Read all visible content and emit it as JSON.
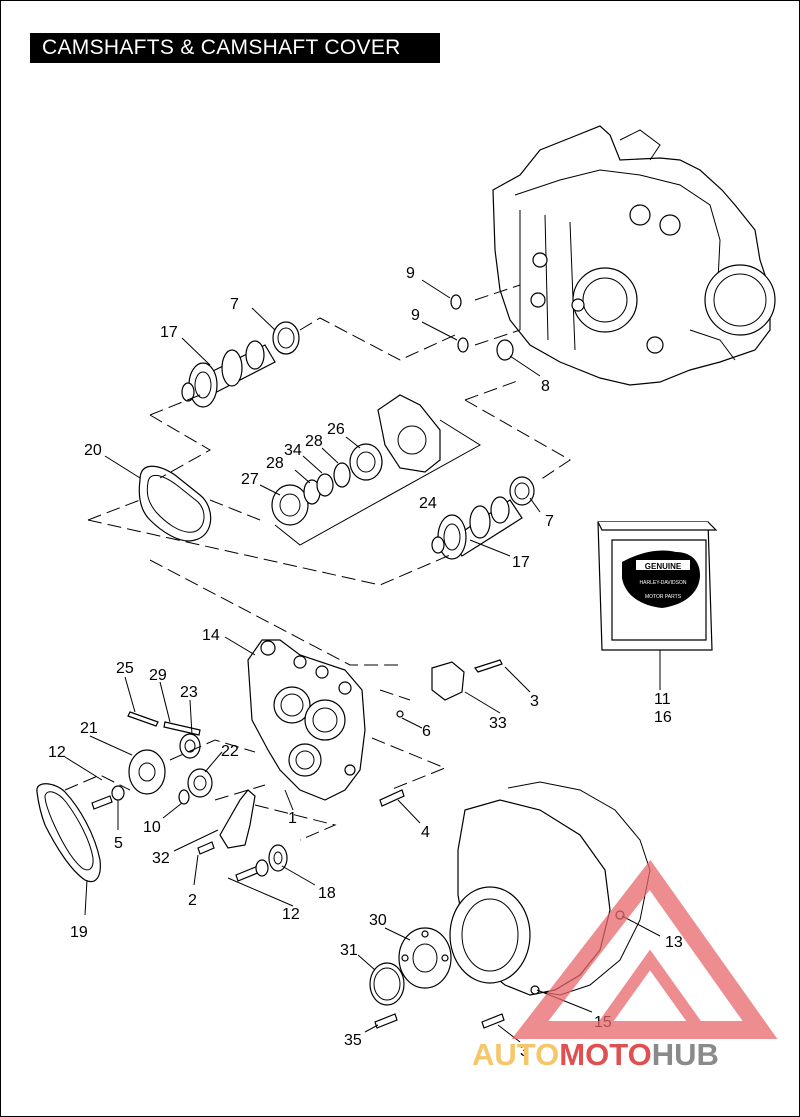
{
  "title": "CAMSHAFTS & CAMSHAFT COVER",
  "callouts": {
    "c1": "1",
    "c2": "2",
    "c3a": "3",
    "c3b": "3",
    "c4": "4",
    "c5": "5",
    "c6": "6",
    "c7a": "7",
    "c7b": "7",
    "c8": "8",
    "c9a": "9",
    "c9b": "9",
    "c10": "10",
    "c11": "11",
    "c12a": "12",
    "c12b": "12",
    "c13": "13",
    "c14": "14",
    "c15": "15",
    "c16": "16",
    "c17a": "17",
    "c17b": "17",
    "c18": "18",
    "c19": "19",
    "c20": "20",
    "c21": "21",
    "c22": "22",
    "c23": "23",
    "c24": "24",
    "c25": "25",
    "c26": "26",
    "c27": "27",
    "c28a": "28",
    "c28b": "28",
    "c29": "29",
    "c30": "30",
    "c31": "31",
    "c32": "32",
    "c33": "33",
    "c34": "34",
    "c35": "35"
  },
  "genuine_logo": {
    "top": "GENUINE",
    "middle": "HARLEY-DAVIDSON",
    "bottom": "MOTOR PARTS"
  },
  "watermark": {
    "part1": "AUTO",
    "part2": "MOTO",
    "part3": "HUB",
    "color_auto": "#f5c76a",
    "color_moto": "#e05050",
    "color_hub": "#8a8a8a",
    "triangle_color": "#e8676a"
  }
}
